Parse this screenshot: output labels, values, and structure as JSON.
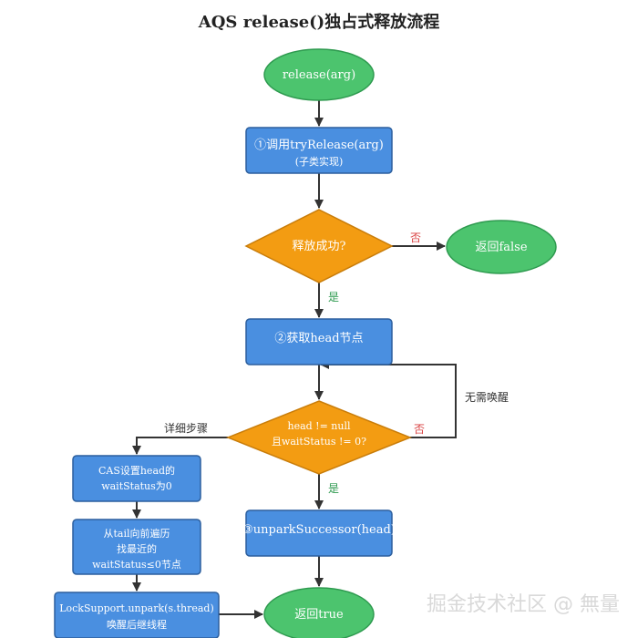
{
  "title": "AQS release()独占式释放流程",
  "colors": {
    "terminal_fill": "#4cc46e",
    "terminal_stroke": "#2e9a4f",
    "process_fill": "#4a8fe0",
    "process_stroke": "#2c5f9e",
    "decision_fill": "#f39c12",
    "decision_stroke": "#c97d0a",
    "arrow": "#333333",
    "no_label": "#d94040",
    "yes_label": "#2e9a4f"
  },
  "nodes": {
    "start": "release(arg)",
    "try_release_line1": "①调用tryRelease(arg)",
    "try_release_line2": "(子类实现)",
    "release_success": "释放成功?",
    "return_false": "返回false",
    "get_head": "②获取head节点",
    "check_line1": "head != null",
    "check_line2": "且waitStatus != 0?",
    "unpark_successor": "③unparkSuccessor(head)",
    "cas_line1": "CAS设置head的",
    "cas_line2": "waitStatus为0",
    "find_line1": "从tail向前遍历",
    "find_line2": "找最近的",
    "find_line3": "waitStatus≤0节点",
    "lock_support_line1": "LockSupport.unpark(s.thread)",
    "lock_support_line2": "唤醒后继线程",
    "return_true": "返回true"
  },
  "edge_labels": {
    "no_1": "否",
    "yes_1": "是",
    "no_2": "否",
    "yes_2": "是",
    "no_wake": "无需唤醒",
    "detail_steps": "详细步骤"
  },
  "watermark": "掘金技术社区 @ 無量"
}
